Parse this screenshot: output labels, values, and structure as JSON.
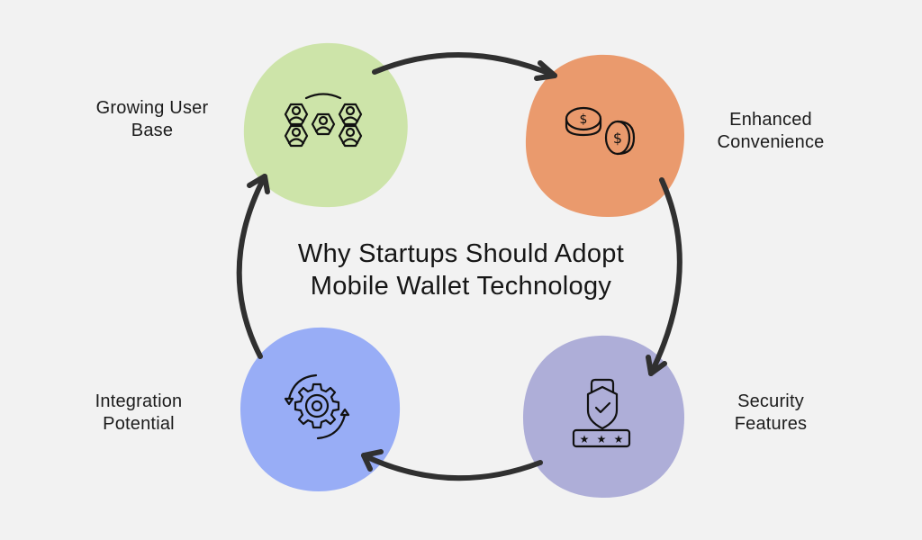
{
  "title": {
    "line1": "Why Startups Should Adopt",
    "line2": "Mobile Wallet Technology"
  },
  "nodes": [
    {
      "id": "growing-user-base",
      "label_line1": "Growing User",
      "label_line2": "Base",
      "icon": "user-network-icon",
      "color": "#cde4a9",
      "position": "top-left"
    },
    {
      "id": "enhanced-convenience",
      "label_line1": "Enhanced",
      "label_line2": "Convenience",
      "icon": "dollar-coins-icon",
      "color": "#ea9a6d",
      "position": "top-right"
    },
    {
      "id": "security-features",
      "label_line1": "Security",
      "label_line2": "Features",
      "icon": "shield-password-icon",
      "color": "#aeaed8",
      "position": "bottom-right"
    },
    {
      "id": "integration-potential",
      "label_line1": "Integration",
      "label_line2": "Potential",
      "icon": "gear-sync-icon",
      "color": "#98adf6",
      "position": "bottom-left"
    }
  ],
  "flow": {
    "direction": "clockwise",
    "arrow_color": "#303030",
    "sequence": [
      "Growing User Base",
      "Enhanced Convenience",
      "Security Features",
      "Integration Potential",
      "Growing User Base"
    ]
  },
  "colors": {
    "background": "#f2f2f2",
    "text": "#1a1a1a",
    "icon_stroke": "#111111"
  }
}
